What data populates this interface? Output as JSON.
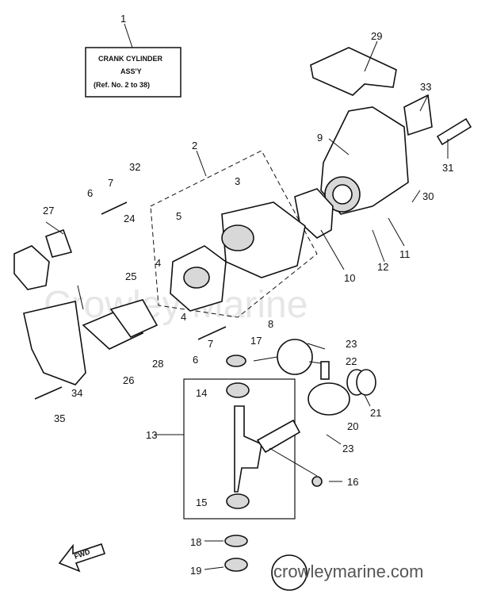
{
  "assembly_box": {
    "line1": "CRANK CYLINDER",
    "line2": "ASS'Y",
    "line3": "(Ref. No. 2 to 38)"
  },
  "watermark_center": "Crowley Marine",
  "watermark_bottom": "crowleymarine.com",
  "fwd_label": "FWD",
  "callouts": [
    "1",
    "2",
    "3",
    "4",
    "4",
    "5",
    "6",
    "6",
    "7",
    "7",
    "8",
    "9",
    "10",
    "11",
    "12",
    "13",
    "14",
    "15",
    "16",
    "17",
    "18",
    "19",
    "20",
    "21",
    "22",
    "23",
    "23",
    "24",
    "25",
    "26",
    "27",
    "28",
    "29",
    "30",
    "31",
    "32",
    "33",
    "34",
    "35"
  ]
}
